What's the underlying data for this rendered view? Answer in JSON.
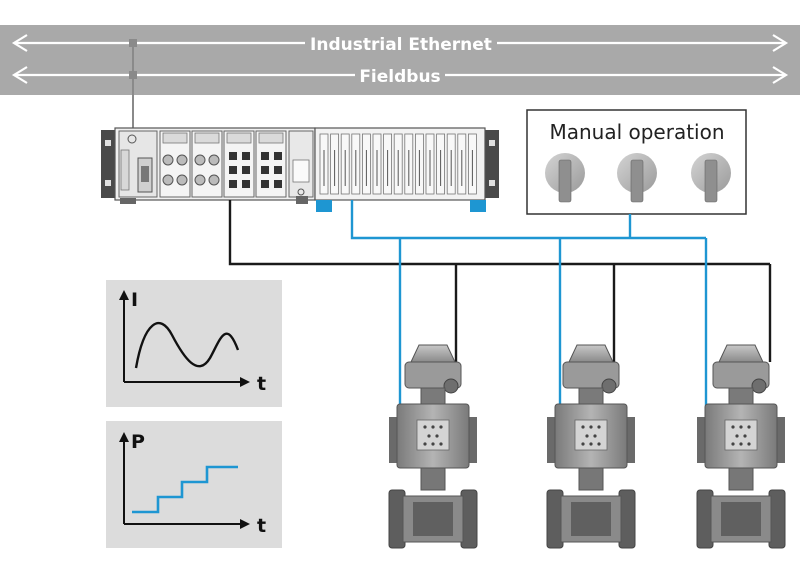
{
  "buses": {
    "ethernet_label": "Industrial Ethernet",
    "fieldbus_label": "Fieldbus"
  },
  "manual_panel": {
    "title": "Manual operation"
  },
  "current_graph": {
    "y_label": "I",
    "x_label": "t"
  },
  "pressure_graph": {
    "y_label": "P",
    "x_label": "t"
  },
  "colors": {
    "bus_band": "#a8a8a8",
    "signal_blue": "#1e96d2",
    "electric_black": "#1a1a1a",
    "graph_panel": "#dcdcdc",
    "valve_body": "#8c8c8c"
  }
}
